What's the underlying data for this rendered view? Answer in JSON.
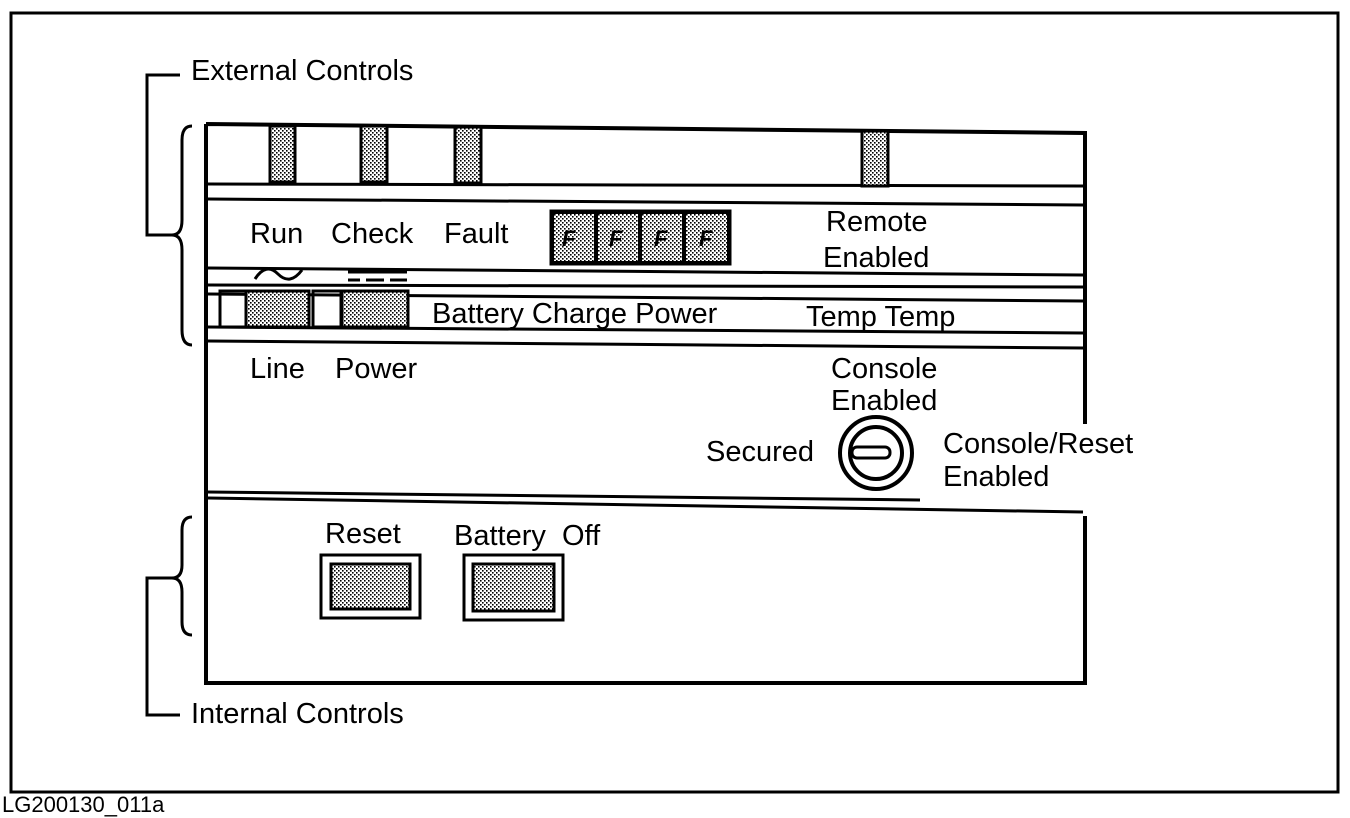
{
  "annotations": {
    "external": "External Controls",
    "internal": "Internal Controls"
  },
  "indicators": {
    "run": "Run",
    "check": "Check",
    "fault": "Fault",
    "fault_segments": [
      "F",
      "F",
      "F",
      "F"
    ],
    "remote_enabled": [
      "Remote",
      "Enabled"
    ]
  },
  "status_row": {
    "battery_charge_power": "Battery Charge Power",
    "temp_temp": "Temp Temp"
  },
  "switches": {
    "line": "Line",
    "power": "Power"
  },
  "keyswitch": {
    "console_enabled": [
      "Console",
      "Enabled"
    ],
    "secured": "Secured",
    "console_reset_enabled": [
      "Console/Reset",
      "Enabled"
    ]
  },
  "internal_buttons": {
    "reset": "Reset",
    "battery_off": "Battery  Off"
  },
  "figure_id": "LG200130_011a"
}
